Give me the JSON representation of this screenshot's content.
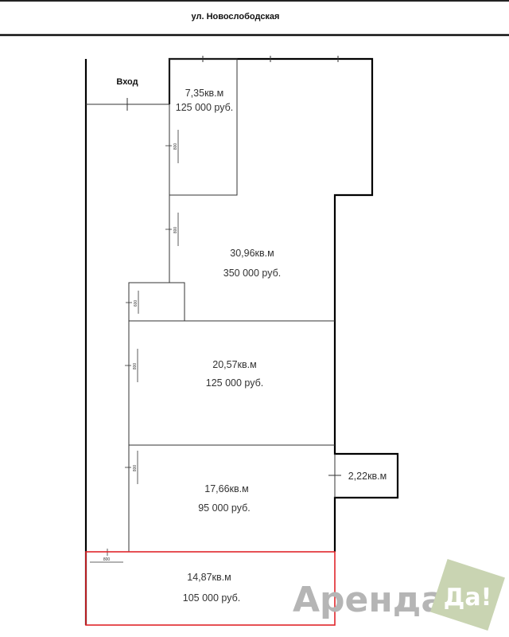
{
  "street": "ул. Новослободская",
  "entrance": "Вход",
  "rooms": [
    {
      "area": "7,35кв.м",
      "price": "125 000 руб."
    },
    {
      "area": "30,96кв.м",
      "price": "350 000 руб."
    },
    {
      "area": "20,57кв.м",
      "price": "125 000 руб."
    },
    {
      "area": "17,66кв.м",
      "price": "95 000 руб."
    },
    {
      "area": "2,22кв.м"
    },
    {
      "area": "14,87кв.м",
      "price": "105 000 руб."
    }
  ],
  "dimensions": {
    "door": "800",
    "small": "600"
  },
  "highlight_color": "#e0262b",
  "logo": {
    "word": "Аренда",
    "badge": "Да!"
  }
}
